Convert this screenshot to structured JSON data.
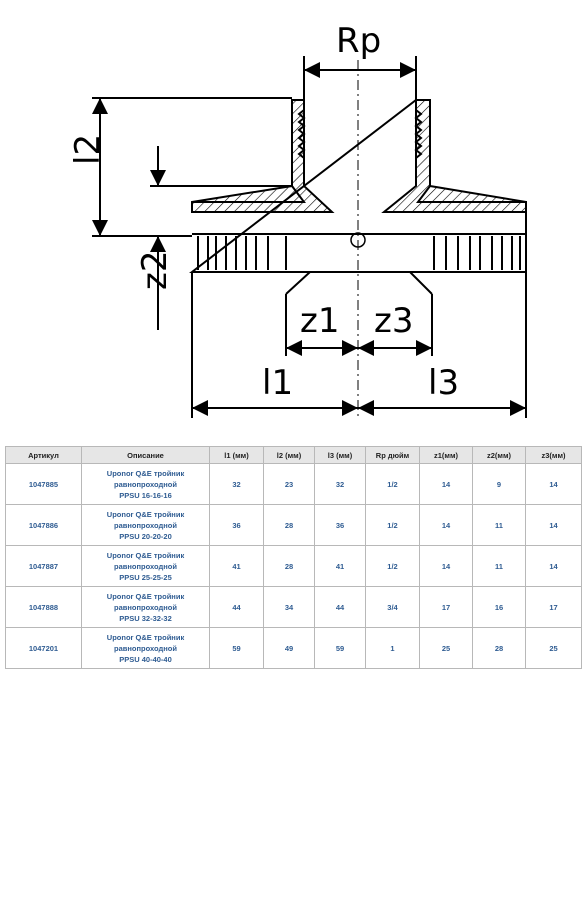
{
  "drawing": {
    "labels": {
      "rp": "Rp",
      "l2": "l2",
      "z2": "z2",
      "z1": "z1",
      "z3": "z3",
      "l1": "l1",
      "l3": "l3"
    }
  },
  "table": {
    "headers": [
      "Артикул",
      "Описание",
      "l1 (мм)",
      "l2 (мм)",
      "l3 (мм)",
      "Rp дюйм",
      "z1(мм)",
      "z2(мм)",
      "z3(мм)"
    ],
    "rows": [
      [
        "1047885",
        "Uponor Q&E тройник\nравнопроходной\nPPSU 16-16-16",
        "32",
        "23",
        "32",
        "1/2",
        "14",
        "9",
        "14"
      ],
      [
        "1047886",
        "Uponor Q&E тройник\nравнопроходной\nPPSU 20-20-20",
        "36",
        "28",
        "36",
        "1/2",
        "14",
        "11",
        "14"
      ],
      [
        "1047887",
        "Uponor Q&E тройник\nравнопроходной\nPPSU 25-25-25",
        "41",
        "28",
        "41",
        "1/2",
        "14",
        "11",
        "14"
      ],
      [
        "1047888",
        "Uponor Q&E тройник\nравнопроходной\nPPSU 32-32-32",
        "44",
        "34",
        "44",
        "3/4",
        "17",
        "16",
        "17"
      ],
      [
        "1047201",
        "Uponor Q&E тройник\nравнопроходной\nPPSU 40-40-40",
        "59",
        "49",
        "59",
        "1",
        "25",
        "28",
        "25"
      ]
    ]
  }
}
